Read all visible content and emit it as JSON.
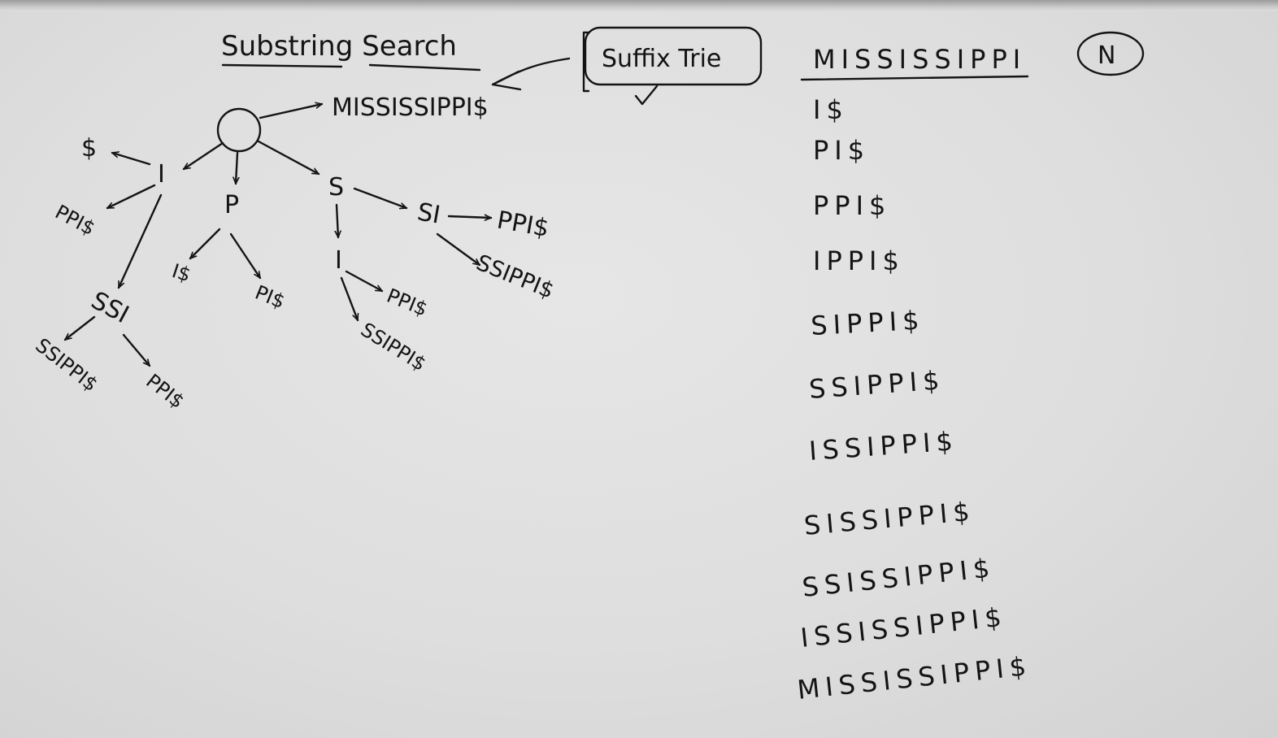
{
  "whiteboard": {
    "title": "Substring Search",
    "label": "Suffix Trie",
    "word": "MISSISSIPPI",
    "circled_note": "N"
  },
  "trie": {
    "root_edge": "MISSISSIPPI$",
    "nodes": {
      "dollar": "$",
      "i": "I",
      "p": "P",
      "s": "S",
      "si": "SI",
      "ssi": "SSI",
      "i_under_s": "I"
    },
    "leaves": {
      "i_ppi": "PPI$",
      "p_i": "I$",
      "p_pi": "PI$",
      "si_ppi": "PPI$",
      "si_ssippi": "SSIPPI$",
      "si2_ppi": "PPI$",
      "si2_ssippi": "SSIPPI$",
      "ssi_ssippi": "SSIPPI$",
      "ssi_ppi": "PPI$"
    }
  },
  "suffix_list": [
    "I$",
    "PI$",
    "PPI$",
    "IPPI$",
    "SIPPI$",
    "SSIPPI$",
    "ISSIPPI$",
    "SISSIPPI$",
    "SSISSIPPI$",
    "ISSISSIPPI$",
    "MISSISSIPPI$"
  ]
}
